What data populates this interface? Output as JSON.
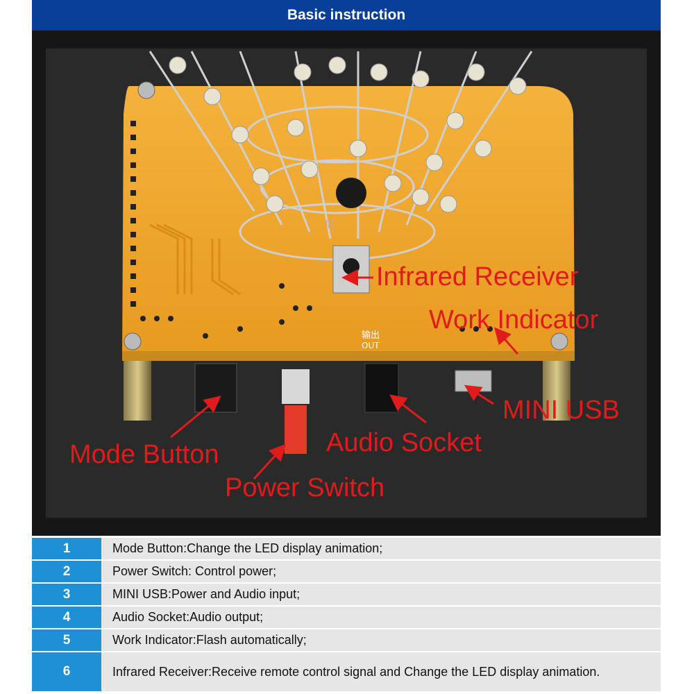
{
  "header": {
    "title": "Basic instruction"
  },
  "photo": {
    "callouts": [
      {
        "id": "infrared",
        "label": "Infrared Receiver"
      },
      {
        "id": "work",
        "label": "Work Indicator"
      },
      {
        "id": "miniusb",
        "label": "MINI USB"
      },
      {
        "id": "audio",
        "label": "Audio Socket"
      },
      {
        "id": "mode",
        "label": "Mode Button"
      },
      {
        "id": "power",
        "label": "Power Switch"
      }
    ],
    "board_text": {
      "out_cn": "输出",
      "out": "OUT",
      "low": "低"
    }
  },
  "table": {
    "rows": [
      {
        "num": "1",
        "text": "Mode Button:Change the LED display animation;"
      },
      {
        "num": "2",
        "text": "Power Switch: Control power;"
      },
      {
        "num": "3",
        "text": "MINI USB:Power and Audio input;"
      },
      {
        "num": "4",
        "text": "Audio Socket:Audio output;"
      },
      {
        "num": "5",
        "text": "Work Indicator:Flash automatically;"
      },
      {
        "num": "6",
        "text": "Infrared Receiver:Receive remote control signal and Change the LED display animation."
      }
    ]
  },
  "colors": {
    "header_bg": "#0a3f99",
    "number_bg": "#1e90d6",
    "row_bg": "#e6e6e6",
    "callout": "#e11b1b",
    "pcb": "#f0a62a"
  }
}
